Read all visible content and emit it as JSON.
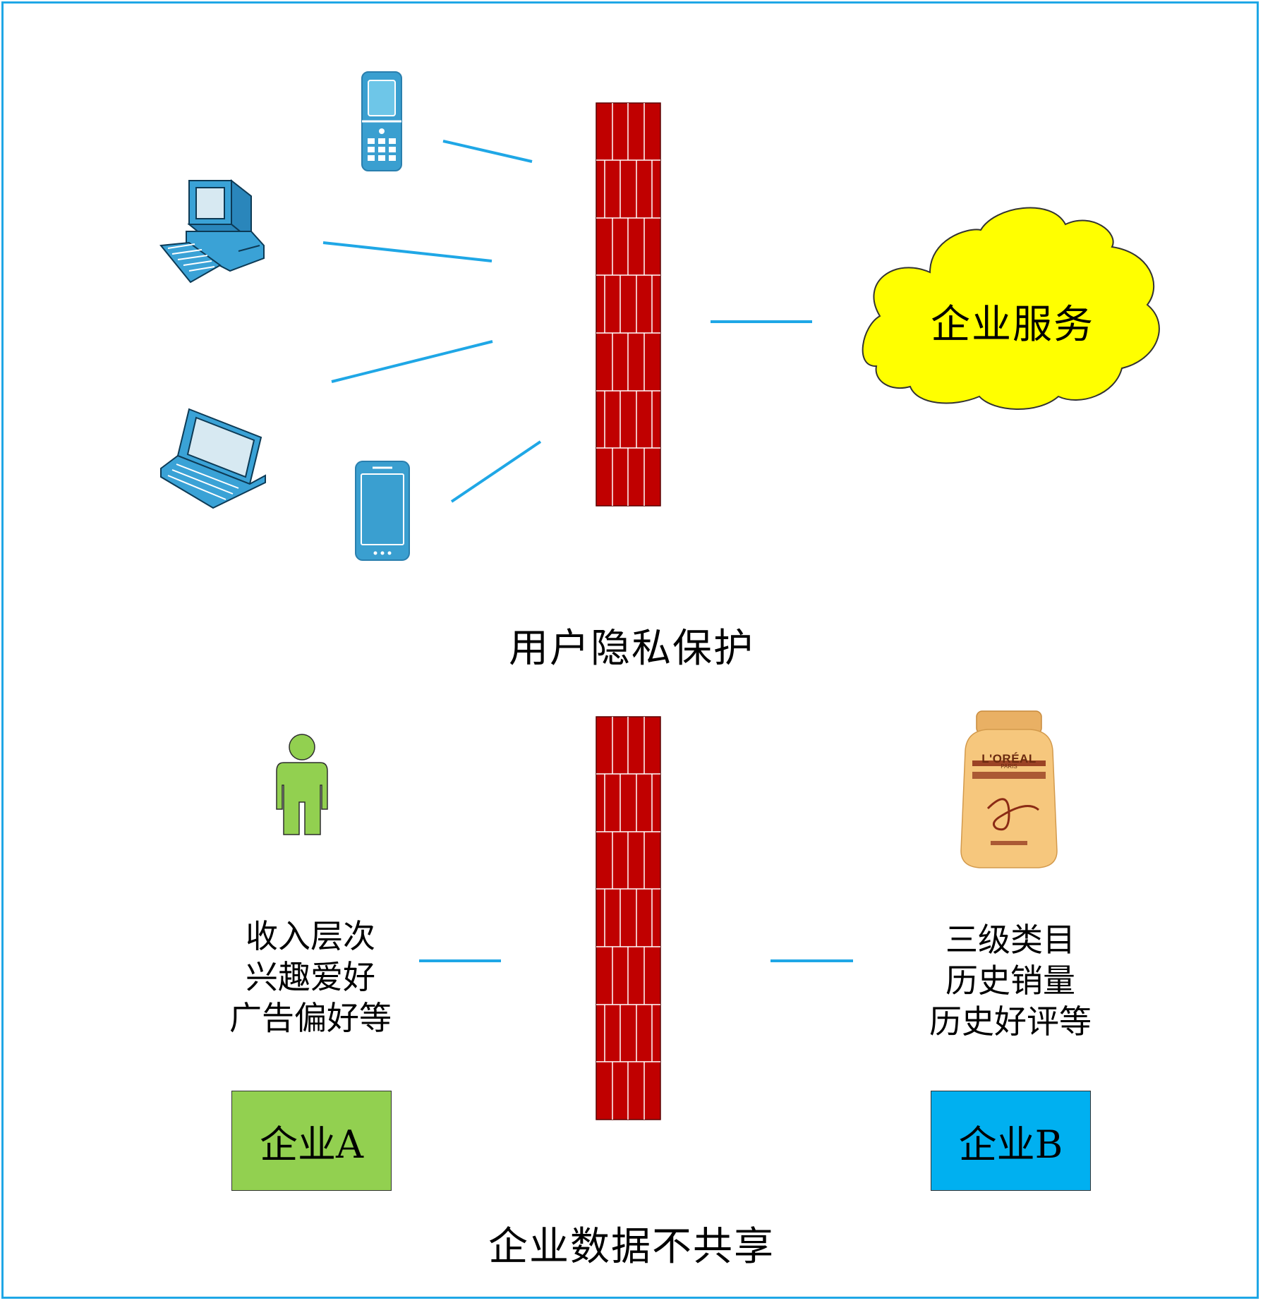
{
  "top": {
    "caption": "用户隐私保护",
    "cloud_label": "企业服务",
    "devices": [
      "flip-phone-icon",
      "desktop-computer-icon",
      "laptop-icon",
      "smartphone-icon"
    ]
  },
  "bottom": {
    "caption": "企业数据不共享",
    "left_features": [
      "收入层次",
      "兴趣爱好",
      "广告偏好等"
    ],
    "right_features": [
      "三级类目",
      "历史销量",
      "历史好评等"
    ],
    "company_a": "企业A",
    "company_b": "企业B",
    "bottle_brand": "L'ORÉAL",
    "bottle_sub": "PARIS"
  },
  "colors": {
    "frame": "#1fa7e6",
    "link_line": "#1fa7e6",
    "firewall": "#c00000",
    "cloud": "#ffff00",
    "company_a": "#92d050",
    "company_b": "#00b0f0",
    "device": "#3a9fd0",
    "person": "#92d050"
  }
}
